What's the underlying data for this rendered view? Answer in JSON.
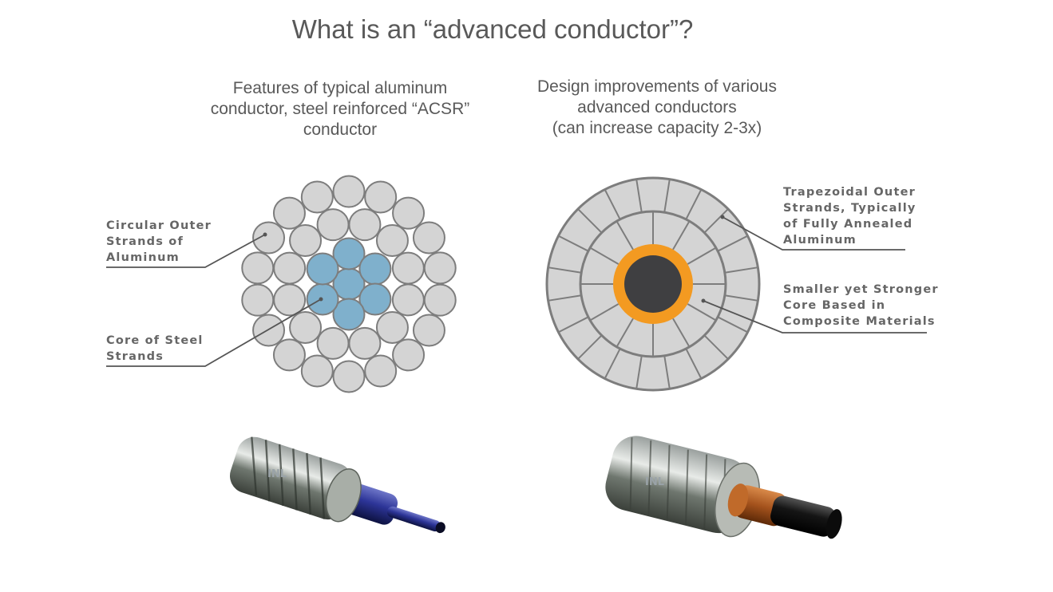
{
  "title": "What is an “advanced conductor”?",
  "left": {
    "heading": [
      "Features of typical aluminum",
      "conductor, steel reinforced “ACSR”",
      "conductor"
    ],
    "callout_outer": [
      "Circular Outer",
      "Strands of",
      "Aluminum"
    ],
    "callout_core": [
      "Core of Steel",
      "Strands"
    ],
    "render_watermark": "INL"
  },
  "right": {
    "heading": [
      "Design improvements of various",
      "advanced conductors",
      "(can increase capacity 2-3x)"
    ],
    "callout_outer": [
      "Trapezoidal Outer",
      "Strands, Typically",
      "of Fully Annealed",
      "Aluminum"
    ],
    "callout_core": [
      "Smaller yet Stronger",
      "Core Based in",
      "Composite Materials"
    ],
    "render_watermark": "INL"
  },
  "colors": {
    "aluminum": "#d4d4d4",
    "steel": "#7fb0cc",
    "composite_core": "#3f3f41",
    "core_ring": "#f39a21",
    "outline": "#7d7d7d"
  }
}
